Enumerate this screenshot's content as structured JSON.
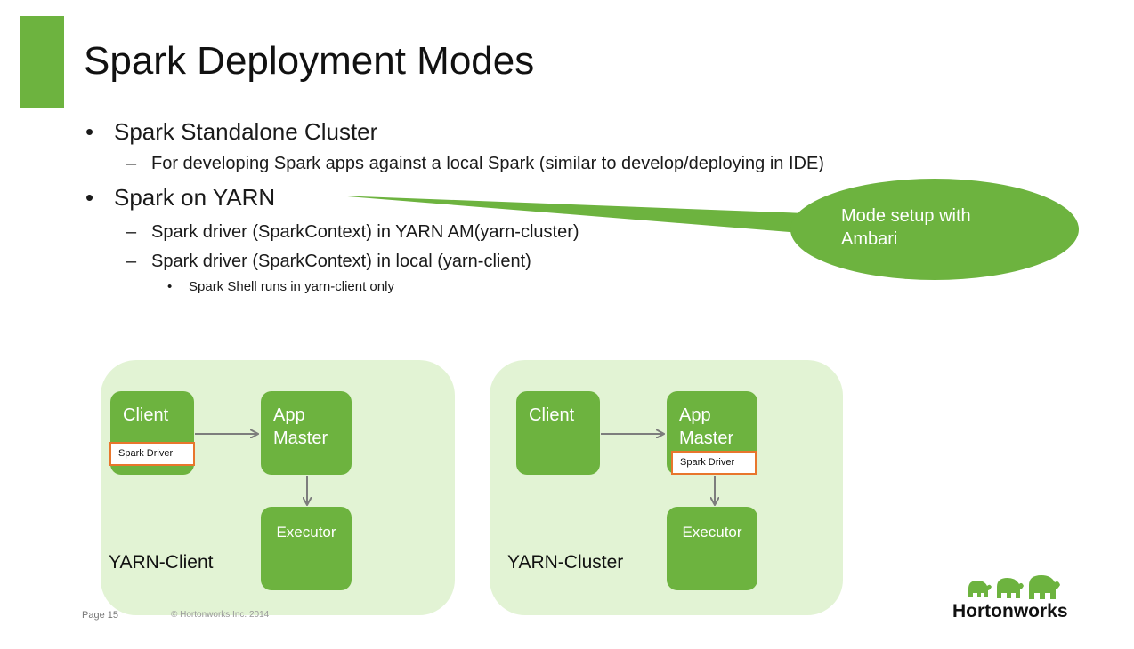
{
  "title": "Spark Deployment Modes",
  "bullets": [
    {
      "level": 1,
      "marker": "•",
      "text": "Spark Standalone Cluster"
    },
    {
      "level": 2,
      "marker": "–",
      "text": "For developing Spark apps against a local Spark (similar to develop/deploying in IDE)"
    },
    {
      "level": 1,
      "marker": "•",
      "text": "Spark on YARN"
    },
    {
      "level": 2,
      "marker": "–",
      "text": "Spark driver (SparkContext) in YARN AM(yarn-cluster)"
    },
    {
      "level": 2,
      "marker": "–",
      "text": "Spark driver (SparkContext) in  local (yarn-client)"
    },
    {
      "level": 3,
      "marker": "•",
      "text": "Spark Shell runs in yarn-client only"
    }
  ],
  "callout": {
    "line1": "Mode setup with",
    "line2": "Ambari"
  },
  "yarn_client": {
    "label": "YARN-Client",
    "client": "Client",
    "driver": "Spark Driver",
    "app_master_line1": "App",
    "app_master_line2": "Master",
    "executor": "Executor"
  },
  "yarn_cluster": {
    "label": "YARN-Cluster",
    "client": "Client",
    "driver": "Spark Driver",
    "app_master_line1": "App",
    "app_master_line2": "Master",
    "executor": "Executor"
  },
  "footer": {
    "page": "Page 15",
    "copyright": "© Hortonworks Inc. 2014"
  },
  "logo": {
    "text": "Hortonworks"
  },
  "colors": {
    "accent": "#6db33f",
    "panel": "#e2f3d4",
    "driver_border": "#e8762c"
  }
}
